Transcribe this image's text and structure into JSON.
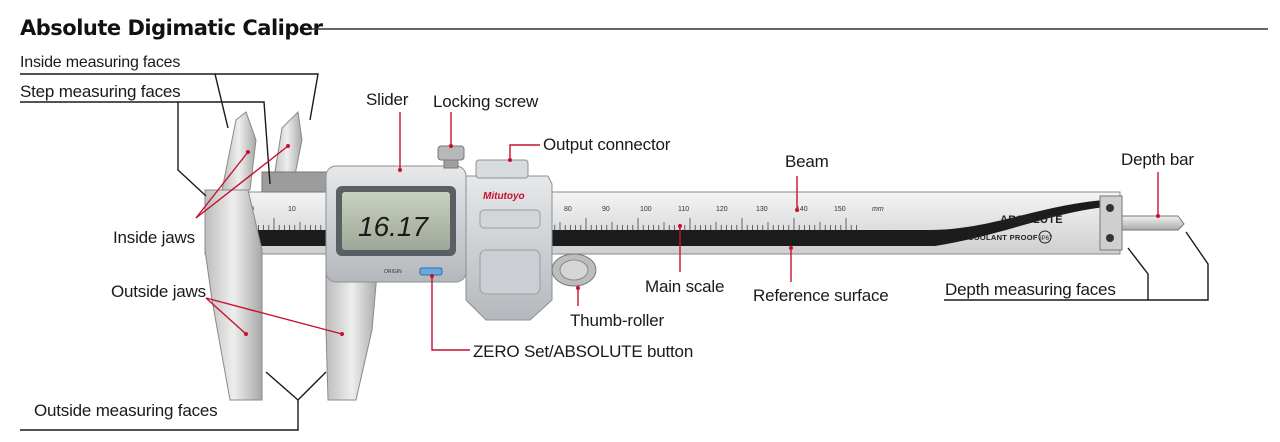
{
  "title": "Absolute Digimatic Caliper",
  "labels": {
    "inside_measuring_faces": "Inside measuring faces",
    "step_measuring_faces": "Step measuring faces",
    "inside_jaws": "Inside jaws",
    "outside_jaws": "Outside jaws",
    "outside_measuring_faces": "Outside measuring faces",
    "slider": "Slider",
    "locking_screw": "Locking screw",
    "output_connector": "Output connector",
    "beam": "Beam",
    "depth_bar": "Depth bar",
    "main_scale": "Main scale",
    "reference_surface": "Reference surface",
    "depth_measuring_faces": "Depth measuring faces",
    "thumb_roller": "Thumb-roller",
    "zero_set_button": "ZERO Set/ABSOLUTE button"
  },
  "device": {
    "display_value": "16.17",
    "brand": "Mitutoyo",
    "origin_label": "ORIGIN",
    "absolute_logo": "ABSOLUTE",
    "coolant_text": "COOLANT PROOF",
    "ip_rating": "IP67",
    "unit": "mm",
    "scale_ticks": [
      "0",
      "10",
      "80",
      "90",
      "100",
      "110",
      "120",
      "130",
      "140",
      "150"
    ]
  },
  "colors": {
    "leader_red": "#c8102e",
    "leader_black": "#1a1a1a",
    "beam_dark": "#1c1c1c",
    "lcd_green": "#b9c2b0"
  }
}
